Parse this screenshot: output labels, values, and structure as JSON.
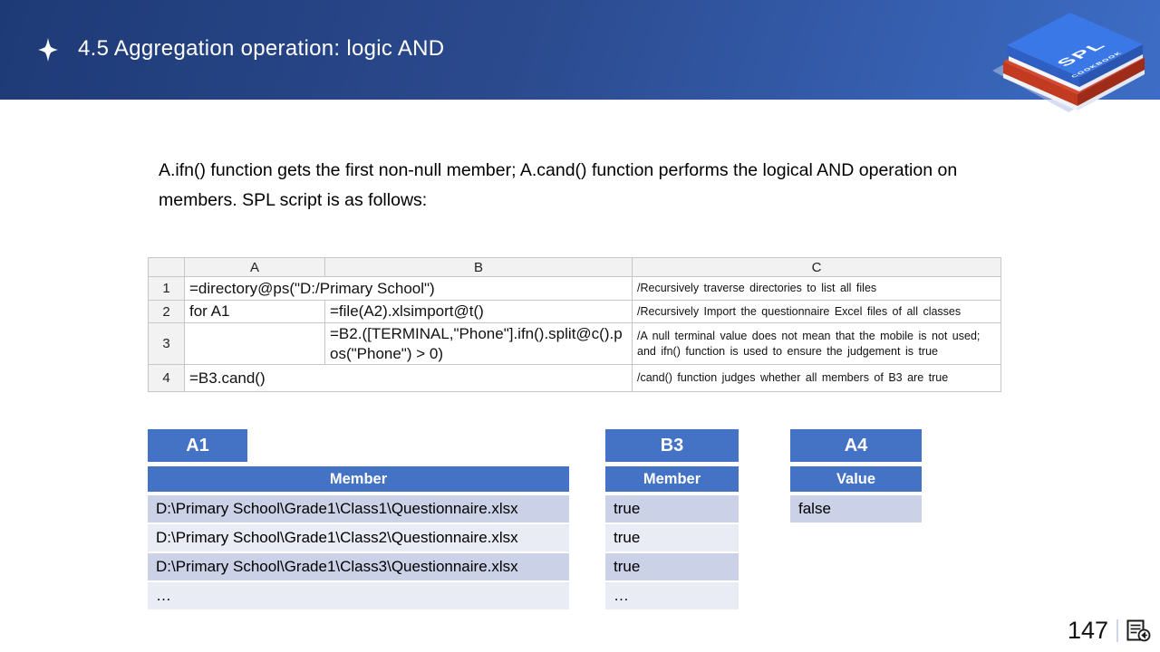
{
  "header": {
    "title": "4.5 Aggregation operation: logic AND"
  },
  "logo": {
    "title": "SPL",
    "subtitle": "COOKBOOK"
  },
  "intro": "A.ifn() function gets the first non-null member; A.cand() function performs the logical AND operation on members. SPL script is as follows:",
  "spreadsheet": {
    "columns": [
      "A",
      "B",
      "C"
    ],
    "rows": [
      {
        "num": "1",
        "a": "=directory@ps(\"D:/Primary School\")",
        "b": "",
        "c": "/Recursively traverse directories to list all files"
      },
      {
        "num": "2",
        "a": "for A1",
        "b": "=file(A2).xlsimport@t()",
        "c": "/Recursively Import the questionnaire Excel files of all classes"
      },
      {
        "num": "3",
        "a": "",
        "b": "=B2.([TERMINAL,\"Phone\"].ifn().split@c().pos(\"Phone\") > 0)",
        "c": "/A null terminal value does not mean that the mobile is not used; and ifn() function is used to ensure the judgement is true"
      },
      {
        "num": "4",
        "a": "=B3.cand()",
        "b": "",
        "c": "/cand() function judges whether all members of B3 are true"
      }
    ]
  },
  "result_tables": [
    {
      "tab": "A1",
      "header": "Member",
      "rows": [
        "D:\\Primary School\\Grade1\\Class1\\Questionnaire.xlsx",
        "D:\\Primary School\\Grade1\\Class2\\Questionnaire.xlsx",
        "D:\\Primary School\\Grade1\\Class3\\Questionnaire.xlsx",
        "…"
      ]
    },
    {
      "tab": "B3",
      "header": "Member",
      "rows": [
        "true",
        "true",
        "true",
        "…"
      ]
    },
    {
      "tab": "A4",
      "header": "Value",
      "rows": [
        "false"
      ]
    }
  ],
  "footer": {
    "page_number": "147"
  }
}
